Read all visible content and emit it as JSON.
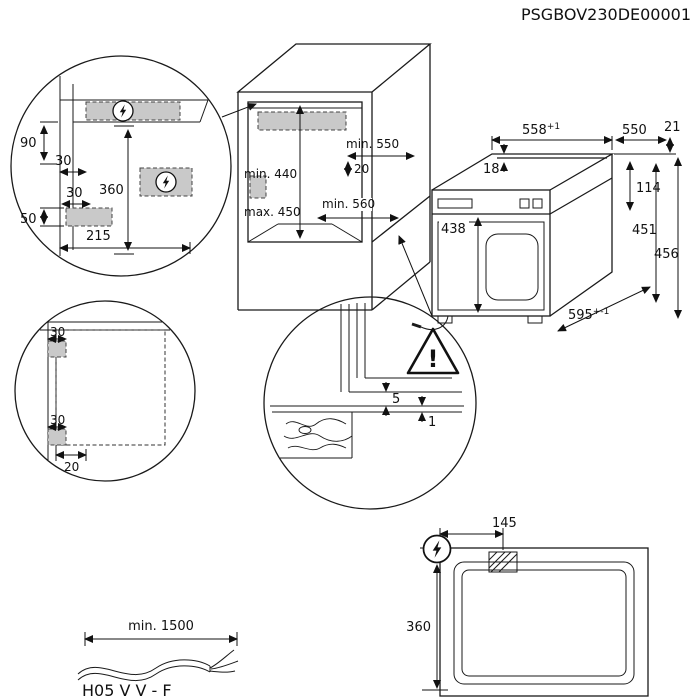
{
  "header": {
    "doc_code": "PSGBOV230DE00001"
  },
  "niche_side_detail": {
    "dim_90": "90",
    "dim_30_offset": "30",
    "dim_360": "360",
    "dim_30_gap": "30",
    "dim_50": "50",
    "dim_215": "215"
  },
  "cabinet": {
    "dim_min_440": "min. 440",
    "dim_max_450": "max. 450",
    "dim_min_550": "min. 550",
    "dim_20": "20",
    "dim_min_560": "min. 560"
  },
  "oven": {
    "dim_558": "558",
    "dim_558_tol": "+1",
    "dim_550": "550",
    "dim_21": "21",
    "dim_18": "18",
    "dim_114": "114",
    "dim_438": "438",
    "dim_451": "451",
    "dim_456": "456",
    "dim_595": "595",
    "dim_595_tol": "+-1"
  },
  "niche_front_detail": {
    "dim_30_top": "30",
    "dim_30_bottom": "30",
    "dim_20": "20"
  },
  "gap_detail": {
    "dim_5": "5",
    "dim_1": "1",
    "warning_mark": "!"
  },
  "top_view": {
    "dim_145": "145",
    "dim_360": "360"
  },
  "cable": {
    "dim_min_1500": "min. 1500",
    "type_label": "H05 V V - F"
  },
  "icons": {
    "electrical_connection": "lightning-bolt",
    "warning": "exclamation-triangle"
  },
  "colors": {
    "line": "#1a1a1a",
    "zone_fill": "#c9c9c9",
    "background": "#ffffff"
  }
}
